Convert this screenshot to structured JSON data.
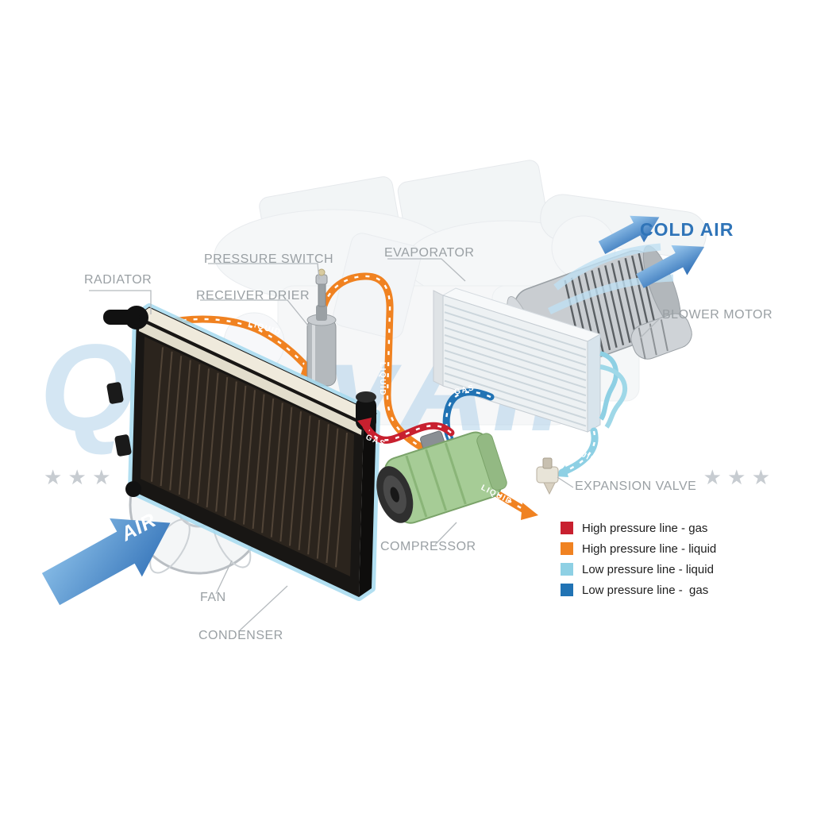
{
  "diagram": {
    "component_labels": {
      "radiator": "RADIATOR",
      "pressure_switch": "PRESSURE SWITCH",
      "receiver_drier": "RECEIVER DRIER",
      "evaporator": "EVAPORATOR",
      "blower_motor": "BLOWER MOTOR",
      "expansion_valve": "EXPANSION VALVE",
      "compressor": "COMPRESSOR",
      "fan": "FAN",
      "condenser": "CONDENSER"
    },
    "flow_labels": {
      "cold_air": "COLD AIR",
      "air": "AIR",
      "liquid_condenser_line": "LIQUID",
      "liquid_vertical_line": "LIQUID",
      "liquid_to_valve": "LIQUID",
      "liquid_evaporator_line": "LIQUID",
      "gas_suction": "GAS",
      "gas_discharge": "GAS"
    },
    "legend": {
      "items": [
        {
          "color": "#c8202f",
          "label": "High pressure line - gas"
        },
        {
          "color": "#f08221",
          "label": "High pressure line - liquid"
        },
        {
          "color": "#8ed0e4",
          "label": "Low pressure line - liquid"
        },
        {
          "color": "#2173b4",
          "label": "Low pressure line -  gas"
        }
      ]
    },
    "watermark": {
      "text": "QualyAir",
      "stars_left": "★  ★  ★",
      "stars_right": "★  ★  ★"
    },
    "colors": {
      "high_pressure_gas": "#c8202f",
      "high_pressure_liquid": "#f08221",
      "low_pressure_liquid": "#8ed0e4",
      "low_pressure_gas": "#2173b4",
      "air_arrow_blue": "#4a8fd0",
      "label_gray": "#9aa0a4",
      "condenser_glow": "#a5d9ef"
    }
  }
}
